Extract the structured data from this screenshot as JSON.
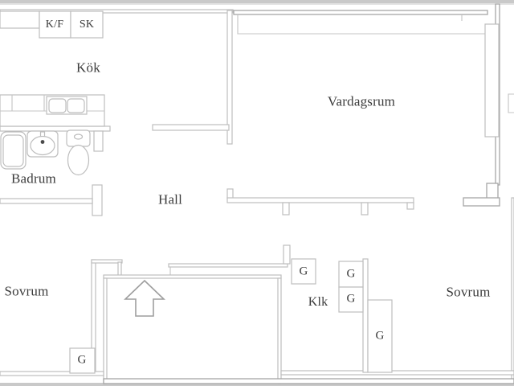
{
  "rooms": {
    "kitchen": "Kök",
    "living_room": "Vardagsrum",
    "bathroom": "Badrum",
    "hall": "Hall",
    "bedroom_left": "Sovrum",
    "bedroom_right": "Sovrum",
    "walk_in_closet": "Klk"
  },
  "cabinets": {
    "fridge_freezer": "K/F",
    "cleaning_cabinet": "SK"
  },
  "wardrobes": {
    "hall_left": "G",
    "closet_top": "G",
    "closet_bottom": "G",
    "bedroom_right_tall": "G",
    "bedroom_left": "G"
  },
  "entrance": {
    "symbol": "up-arrow"
  },
  "colors": {
    "wall": "#bdbdbd",
    "wall_dark": "#a6a6a6",
    "line": "#c4c4c4",
    "text": "#3b3b3b",
    "bg": "#ffffff",
    "band": "#c9c9c9"
  }
}
